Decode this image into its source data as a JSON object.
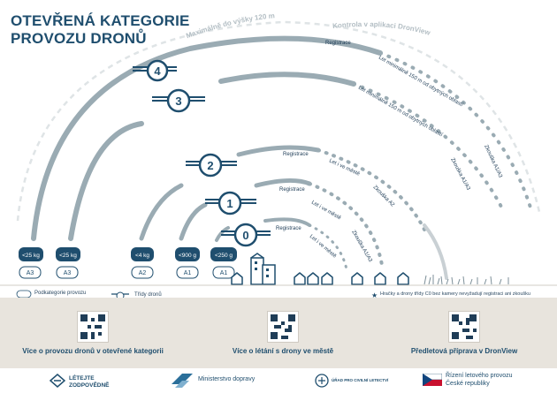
{
  "title": {
    "line1": "OTEVŘENÁ KATEGORIE",
    "line2": "PROVOZU DRONŮ"
  },
  "arc_labels": {
    "max_height": "Maximálně do výšky 120 m",
    "control": "Kontrola v aplikaci DronView"
  },
  "class_numbers": [
    "4",
    "3",
    "2",
    "1",
    "0"
  ],
  "arc_notes": {
    "registrace_4": "Registrace",
    "let_150_4": "Let minimálně 150 m od obytných oblastí",
    "let_150_3": "Let minimálně 150 m od obytných oblastí",
    "zkouska_a1a3_3": "Zkouška A1/A3",
    "zkouska_a1a3_4": "Zkouška A1/A3",
    "registrace_2": "Registrace",
    "let_mesto_2": "Let i ve městě",
    "zkouska_a2": "Zkouška A2",
    "registrace_1": "Registrace",
    "let_mesto_1": "Let i ve městě",
    "zkouska_a1a3_1": "Zkouška A1/A3",
    "registrace_0": "Registrace",
    "let_mesto_0": "Let i ve městě"
  },
  "weights": [
    "<25 kg",
    "<25 kg",
    "<4 kg",
    "<900 g",
    "<250 g"
  ],
  "subcategories": [
    "A3",
    "A3",
    "A2",
    "A1",
    "A1"
  ],
  "legend": {
    "subcategory": "Podkategorie provozu",
    "drone_class": "Třídy dronů",
    "note": "Hračky a drony třídy C0 bez kamery nevyžadují registraci ani zkoušku"
  },
  "qr_captions": [
    "Více o provozu dronů v otevřené kategorii",
    "Více o létání s drony ve městě",
    "Předletová příprava v DronView"
  ],
  "footer": {
    "logo1_line1": "LÉTEJTE",
    "logo1_line2": "ZODPOVĚDNĚ",
    "logo2": "Ministerstvo dopravy",
    "logo3": "ÚŘAD PRO CIVILNÍ LETECTVÍ",
    "logo4_line1": "Řízení letového provozu",
    "logo4_line2": "České republiky"
  },
  "colors": {
    "arc_dark": "#9aabb3",
    "arc_light": "#c9d0d4",
    "navy": "#1f4e6e",
    "band": "#e8e4dd"
  }
}
